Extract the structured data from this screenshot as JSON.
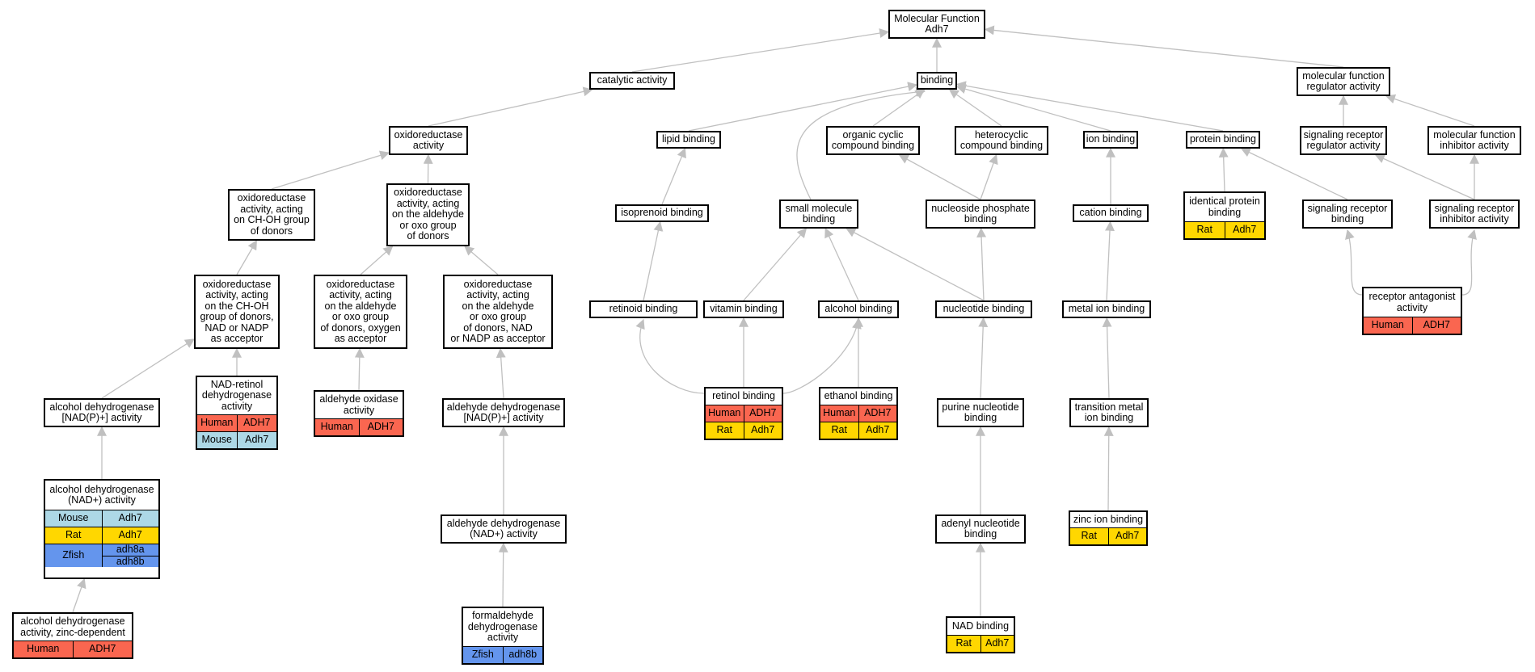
{
  "colors": {
    "Human": "#fa6650",
    "Mouse": "#add8e6",
    "Rat": "#ffd700",
    "Zfish": "#6495ed",
    "edge": "#c0c0c0"
  },
  "nodes": [
    {
      "id": "root",
      "label": "Molecular Function\nAdh7"
    },
    {
      "id": "catalytic",
      "label": "catalytic activity"
    },
    {
      "id": "binding",
      "label": "binding"
    },
    {
      "id": "mfreg",
      "label": "molecular function\nregulator activity"
    },
    {
      "id": "oxred",
      "label": "oxidoreductase\nactivity"
    },
    {
      "id": "lipid",
      "label": "lipid binding"
    },
    {
      "id": "orgcyc",
      "label": "organic cyclic\ncompound binding"
    },
    {
      "id": "hetcyc",
      "label": "heterocyclic\ncompound binding"
    },
    {
      "id": "ionb",
      "label": "ion binding"
    },
    {
      "id": "protb",
      "label": "protein binding"
    },
    {
      "id": "sigregact",
      "label": "signaling receptor\nregulator activity"
    },
    {
      "id": "mfinhib",
      "label": "molecular function\ninhibitor activity"
    },
    {
      "id": "oxchoh",
      "label": "oxidoreductase\nactivity, acting\non CH-OH group\nof donors"
    },
    {
      "id": "oxald",
      "label": "oxidoreductase\nactivity, acting\non the aldehyde\nor oxo group\nof donors"
    },
    {
      "id": "isopren",
      "label": "isoprenoid binding"
    },
    {
      "id": "smallmol",
      "label": "small molecule\nbinding"
    },
    {
      "id": "nucphos",
      "label": "nucleoside phosphate\nbinding"
    },
    {
      "id": "cation",
      "label": "cation binding"
    },
    {
      "id": "identprot",
      "label": "identical protein\nbinding",
      "genes": [
        [
          "Rat",
          "Adh7"
        ]
      ]
    },
    {
      "id": "sigrecb",
      "label": "signaling receptor\nbinding"
    },
    {
      "id": "sigrecinh",
      "label": "signaling receptor\ninhibitor activity"
    },
    {
      "id": "oxchohnad",
      "label": "oxidoreductase\nactivity, acting\non the CH-OH\ngroup of donors,\nNAD or NADP\nas acceptor"
    },
    {
      "id": "oxaldoxy",
      "label": "oxidoreductase\nactivity, acting\non the aldehyde\nor oxo group\nof donors, oxygen\nas acceptor"
    },
    {
      "id": "oxaldnad",
      "label": "oxidoreductase\nactivity, acting\non the aldehyde\nor oxo group\nof donors, NAD\nor NADP as acceptor"
    },
    {
      "id": "retinoid",
      "label": "retinoid binding"
    },
    {
      "id": "vitamin",
      "label": "vitamin binding"
    },
    {
      "id": "alcoholb",
      "label": "alcohol binding"
    },
    {
      "id": "nucleotide",
      "label": "nucleotide binding"
    },
    {
      "id": "metalion",
      "label": "metal ion binding"
    },
    {
      "id": "recant",
      "label": "receptor antagonist\nactivity",
      "genes": [
        [
          "Human",
          "ADH7"
        ]
      ]
    },
    {
      "id": "adhnadp",
      "label": "alcohol dehydrogenase\n[NAD(P)+] activity"
    },
    {
      "id": "nadretinol",
      "label": "NAD-retinol\ndehydrogenase\nactivity",
      "genes": [
        [
          "Human",
          "ADH7"
        ],
        [
          "Mouse",
          "Adh7"
        ]
      ]
    },
    {
      "id": "aldox",
      "label": "aldehyde oxidase\nactivity",
      "genes": [
        [
          "Human",
          "ADH7"
        ]
      ]
    },
    {
      "id": "aldehnadp",
      "label": "aldehyde dehydrogenase\n[NAD(P)+] activity"
    },
    {
      "id": "retinolb",
      "label": "retinol binding",
      "genes": [
        [
          "Human",
          "ADH7"
        ],
        [
          "Rat",
          "Adh7"
        ]
      ]
    },
    {
      "id": "ethanolb",
      "label": "ethanol binding",
      "genes": [
        [
          "Human",
          "ADH7"
        ],
        [
          "Rat",
          "Adh7"
        ]
      ]
    },
    {
      "id": "purine",
      "label": "purine nucleotide\nbinding"
    },
    {
      "id": "transmetal",
      "label": "transition metal\nion binding"
    },
    {
      "id": "adhnad",
      "label": "alcohol dehydrogenase\n(NAD+) activity",
      "genes": [
        [
          "Mouse",
          "Adh7"
        ],
        [
          "Rat",
          "Adh7"
        ],
        [
          "Zfish",
          "adh8a"
        ],
        [
          "Zfish",
          "adh8b"
        ]
      ]
    },
    {
      "id": "aldehnad",
      "label": "aldehyde dehydrogenase\n(NAD+) activity"
    },
    {
      "id": "adenyl",
      "label": "adenyl nucleotide\nbinding"
    },
    {
      "id": "zinc",
      "label": "zinc ion binding",
      "genes": [
        [
          "Rat",
          "Adh7"
        ]
      ]
    },
    {
      "id": "adhzinc",
      "label": "alcohol dehydrogenase\nactivity, zinc-dependent",
      "genes": [
        [
          "Human",
          "ADH7"
        ]
      ]
    },
    {
      "id": "formald",
      "label": "formaldehyde\ndehydrogenase\nactivity",
      "genes": [
        [
          "Zfish",
          "adh8b"
        ]
      ]
    },
    {
      "id": "nadb",
      "label": "NAD binding",
      "genes": [
        [
          "Rat",
          "Adh7"
        ]
      ]
    }
  ],
  "edges": [
    [
      "catalytic",
      "root"
    ],
    [
      "binding",
      "root"
    ],
    [
      "mfreg",
      "root"
    ],
    [
      "oxred",
      "catalytic"
    ],
    [
      "lipid",
      "binding"
    ],
    [
      "orgcyc",
      "binding"
    ],
    [
      "hetcyc",
      "binding"
    ],
    [
      "ionb",
      "binding"
    ],
    [
      "protb",
      "binding"
    ],
    [
      "smallmol",
      "binding"
    ],
    [
      "sigregact",
      "mfreg"
    ],
    [
      "mfinhib",
      "mfreg"
    ],
    [
      "oxchoh",
      "oxred"
    ],
    [
      "oxald",
      "oxred"
    ],
    [
      "isopren",
      "lipid"
    ],
    [
      "nucphos",
      "orgcyc"
    ],
    [
      "nucphos",
      "hetcyc"
    ],
    [
      "cation",
      "ionb"
    ],
    [
      "identprot",
      "protb"
    ],
    [
      "sigrecb",
      "protb"
    ],
    [
      "sigrecinh",
      "sigregact"
    ],
    [
      "sigrecinh",
      "mfinhib"
    ],
    [
      "oxchohnad",
      "oxchoh"
    ],
    [
      "oxaldoxy",
      "oxald"
    ],
    [
      "oxaldnad",
      "oxald"
    ],
    [
      "retinoid",
      "isopren"
    ],
    [
      "vitamin",
      "smallmol"
    ],
    [
      "alcoholb",
      "smallmol"
    ],
    [
      "nucleotide",
      "smallmol"
    ],
    [
      "nucleotide",
      "nucphos"
    ],
    [
      "metalion",
      "cation"
    ],
    [
      "recant",
      "sigrecb"
    ],
    [
      "recant",
      "sigrecinh"
    ],
    [
      "adhnadp",
      "oxchohnad"
    ],
    [
      "nadretinol",
      "oxchohnad"
    ],
    [
      "aldox",
      "oxaldoxy"
    ],
    [
      "aldehnadp",
      "oxaldnad"
    ],
    [
      "retinolb",
      "retinoid"
    ],
    [
      "retinolb",
      "vitamin"
    ],
    [
      "retinolb",
      "alcoholb"
    ],
    [
      "ethanolb",
      "alcoholb"
    ],
    [
      "purine",
      "nucleotide"
    ],
    [
      "transmetal",
      "metalion"
    ],
    [
      "adhnad",
      "adhnadp"
    ],
    [
      "aldehnad",
      "aldehnadp"
    ],
    [
      "adenyl",
      "purine"
    ],
    [
      "zinc",
      "transmetal"
    ],
    [
      "adhzinc",
      "adhnad"
    ],
    [
      "formald",
      "aldehnad"
    ],
    [
      "nadb",
      "adenyl"
    ]
  ]
}
